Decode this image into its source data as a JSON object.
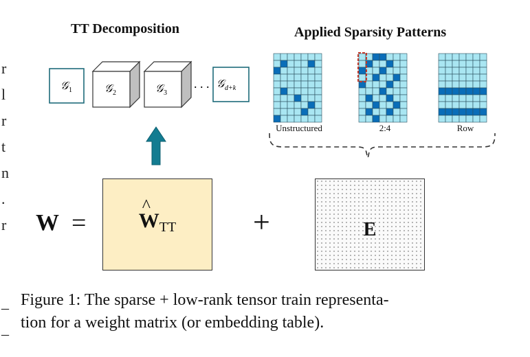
{
  "headings": {
    "tt": "TT Decomposition",
    "sparsity": "Applied Sparsity Patterns"
  },
  "cores": [
    {
      "symbol": "𝒢",
      "sub": "1"
    },
    {
      "symbol": "𝒢",
      "sub": "2"
    },
    {
      "symbol": "𝒢",
      "sub": "3"
    },
    {
      "symbol": "𝒢",
      "sub": "d+k"
    }
  ],
  "ellipsis": ". . .",
  "patterns": [
    {
      "label": "Unstructured",
      "grid": {
        "rows": 10,
        "cols": 7,
        "filled": [
          [
            1,
            1
          ],
          [
            1,
            5
          ],
          [
            2,
            0
          ],
          [
            5,
            1
          ],
          [
            6,
            3
          ],
          [
            7,
            5
          ],
          [
            8,
            4
          ],
          [
            9,
            0
          ]
        ]
      }
    },
    {
      "label": "2:4",
      "grid": {
        "rows": 10,
        "cols": 7,
        "filled": [
          [
            0,
            2
          ],
          [
            0,
            3
          ],
          [
            1,
            1
          ],
          [
            1,
            4
          ],
          [
            2,
            0
          ],
          [
            2,
            3
          ],
          [
            3,
            2
          ],
          [
            3,
            5
          ],
          [
            4,
            0
          ],
          [
            4,
            4
          ],
          [
            5,
            3
          ],
          [
            6,
            1
          ],
          [
            6,
            4
          ],
          [
            7,
            2
          ],
          [
            7,
            5
          ],
          [
            8,
            1
          ],
          [
            8,
            4
          ],
          [
            9,
            2
          ]
        ],
        "highlight": {
          "row": 0,
          "col": 0,
          "rows": 4,
          "cols": 1
        }
      }
    },
    {
      "label": "Row",
      "grid": {
        "rows": 10,
        "cols": 7,
        "filled_rows": [
          5,
          8
        ]
      }
    }
  ],
  "equation": {
    "lhs": "W",
    "equals": "=",
    "lowrank": "W",
    "lowrank_sub": "TT",
    "hat": "^",
    "plus": "+",
    "sparse": "E"
  },
  "caption": {
    "line1": "Figure 1: The sparse + low-rank tensor train representa-",
    "line2": "tion for a weight matrix (or embedding table)."
  },
  "edge_glyphs": [
    "r",
    "l",
    "r",
    "t",
    "n",
    ".",
    "r",
    "_",
    "_"
  ],
  "colors": {
    "cell_light": "#a9e6f2",
    "cell_dark": "#0a6db8",
    "arrow": "#137c91",
    "lowrank_fill": "#fdeec4",
    "highlight": "#c0392b"
  }
}
